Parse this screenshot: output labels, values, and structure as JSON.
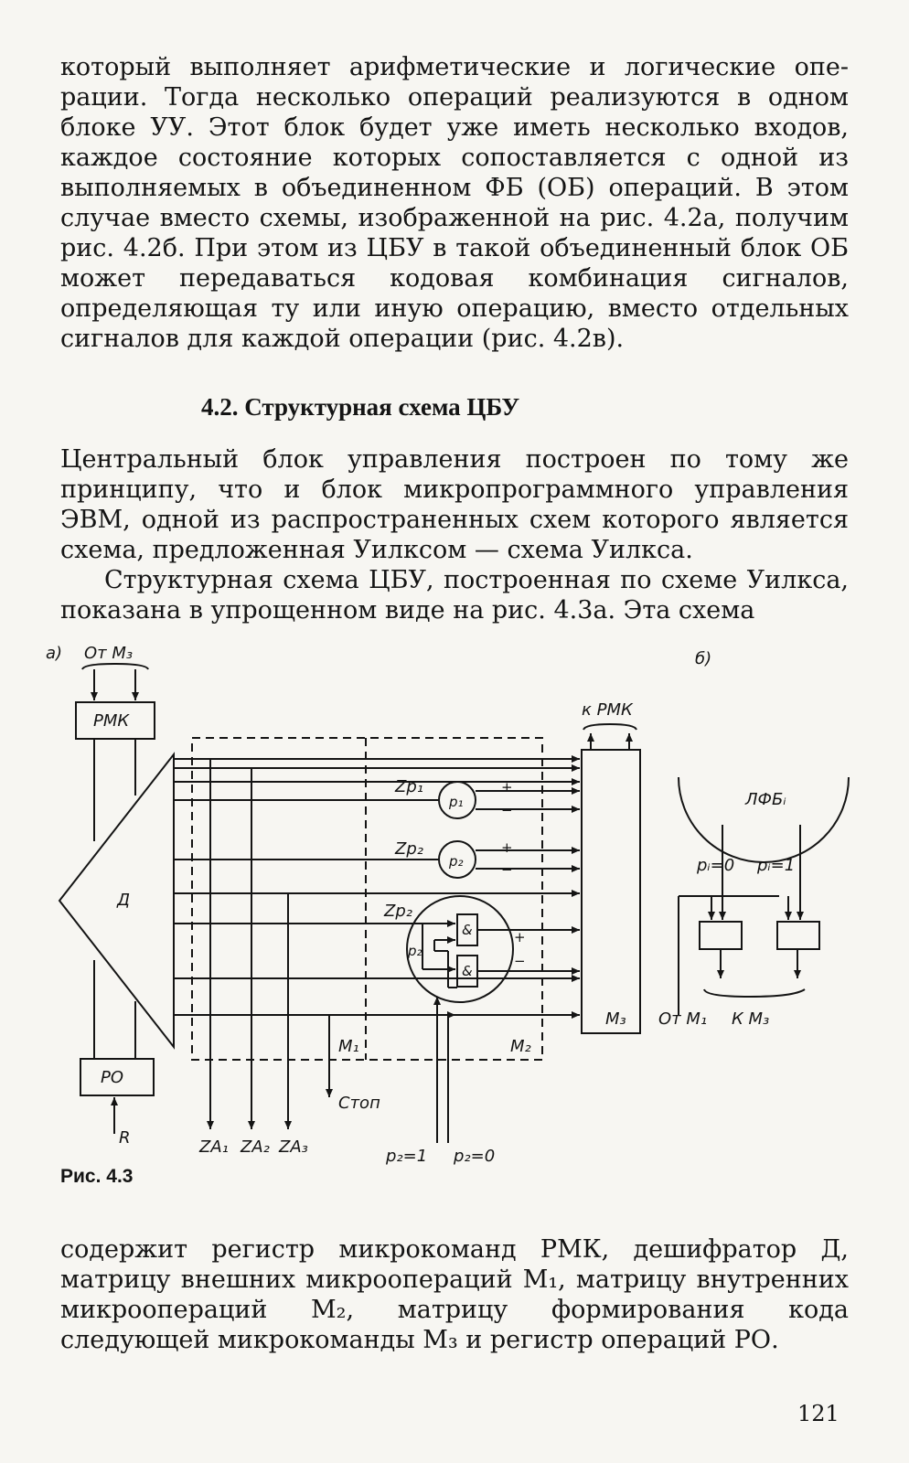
{
  "page": {
    "paragraph_1": "который выполняет арифметические и логические опе­рации. Тогда несколько операций реализуются в одном блоке УУ. Этот блок будет уже иметь несколько входов, каждое состояние которых сопоставляется с одной из выполняемых в объединенном ФБ (ОБ) операций. В этом случае вместо схемы, изображенной на рис. 4.2а, полу­чим рис. 4.2б. При этом из ЦБУ в такой объединенный блок ОБ может передаваться кодовая комбинация сиг­налов, определяющая ту или иную операцию, вместо от­дельных сигналов для каждой операции (рис. 4.2в).",
    "section_heading": "4.2. Структурная схема ЦБУ",
    "paragraph_2": "Центральный блок управления построен по тому же принципу, что и блок микропрограммного управления ЭВМ, одной из распространенных схем которого являет­ся схема, предложенная Уилксом — схема Уилкса.",
    "paragraph_3": "Структурная схема ЦБУ, построенная по схеме Уилк­са, показана в упрощенном виде на рис. 4.3а. Эта схема",
    "figure_caption": "Рис. 4.3",
    "paragraph_4": "содержит регистр микрокоманд РМК, дешифратор Д, матрицу внешних микроопераций М₁, матрицу внутрен­них микроопераций М₂, матрицу формирования кода следующей микрокоманды М₃ и регистр операций РО.",
    "page_number": "121"
  },
  "figure": {
    "label_a": "а)",
    "label_b": "б)",
    "from_m3": "От M₃",
    "rmk": "РМК",
    "decoder": "Д",
    "ro": "РО",
    "r_input": "R",
    "zp1": "Zp₁",
    "zp2_top": "Zp₂",
    "zp2_low": "Zp₂",
    "p1": "p₁",
    "p2": "p₂",
    "p2_side": "p₂",
    "and_sym": "&",
    "plus": "+",
    "minus": "−",
    "to_rmk": "к РМК",
    "m1": "M₁",
    "m2": "M₂",
    "m3": "M₃",
    "stop": "Стоп",
    "za1": "ZA₁",
    "za2": "ZA₂",
    "za3": "ZA₃",
    "p2_eq_1": "p₂=1",
    "p2_eq_0": "p₂=0",
    "lfb": "ЛФБᵢ",
    "pi_eq_0": "pᵢ=0",
    "pi_eq_1": "pᵢ=1",
    "from_m1": "От M₁",
    "k_m3": "К M₃"
  }
}
